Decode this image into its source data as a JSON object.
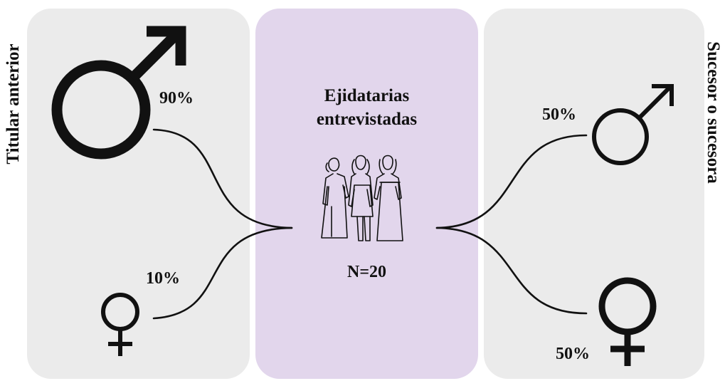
{
  "left_panel": {
    "label": "Titular anterior",
    "male_percent": "90%",
    "female_percent": "10%"
  },
  "center_panel": {
    "title_line1": "Ejidatarias",
    "title_line2": "entrevistadas",
    "sample_size": "N=20",
    "icon": "three-women-illustration"
  },
  "right_panel": {
    "label": "Sucesor o sucesora",
    "male_percent": "50%",
    "female_percent": "50%"
  },
  "colors": {
    "side_panel": "#ebebeb",
    "center_panel": "#e2d6ec",
    "ink": "#111111"
  }
}
